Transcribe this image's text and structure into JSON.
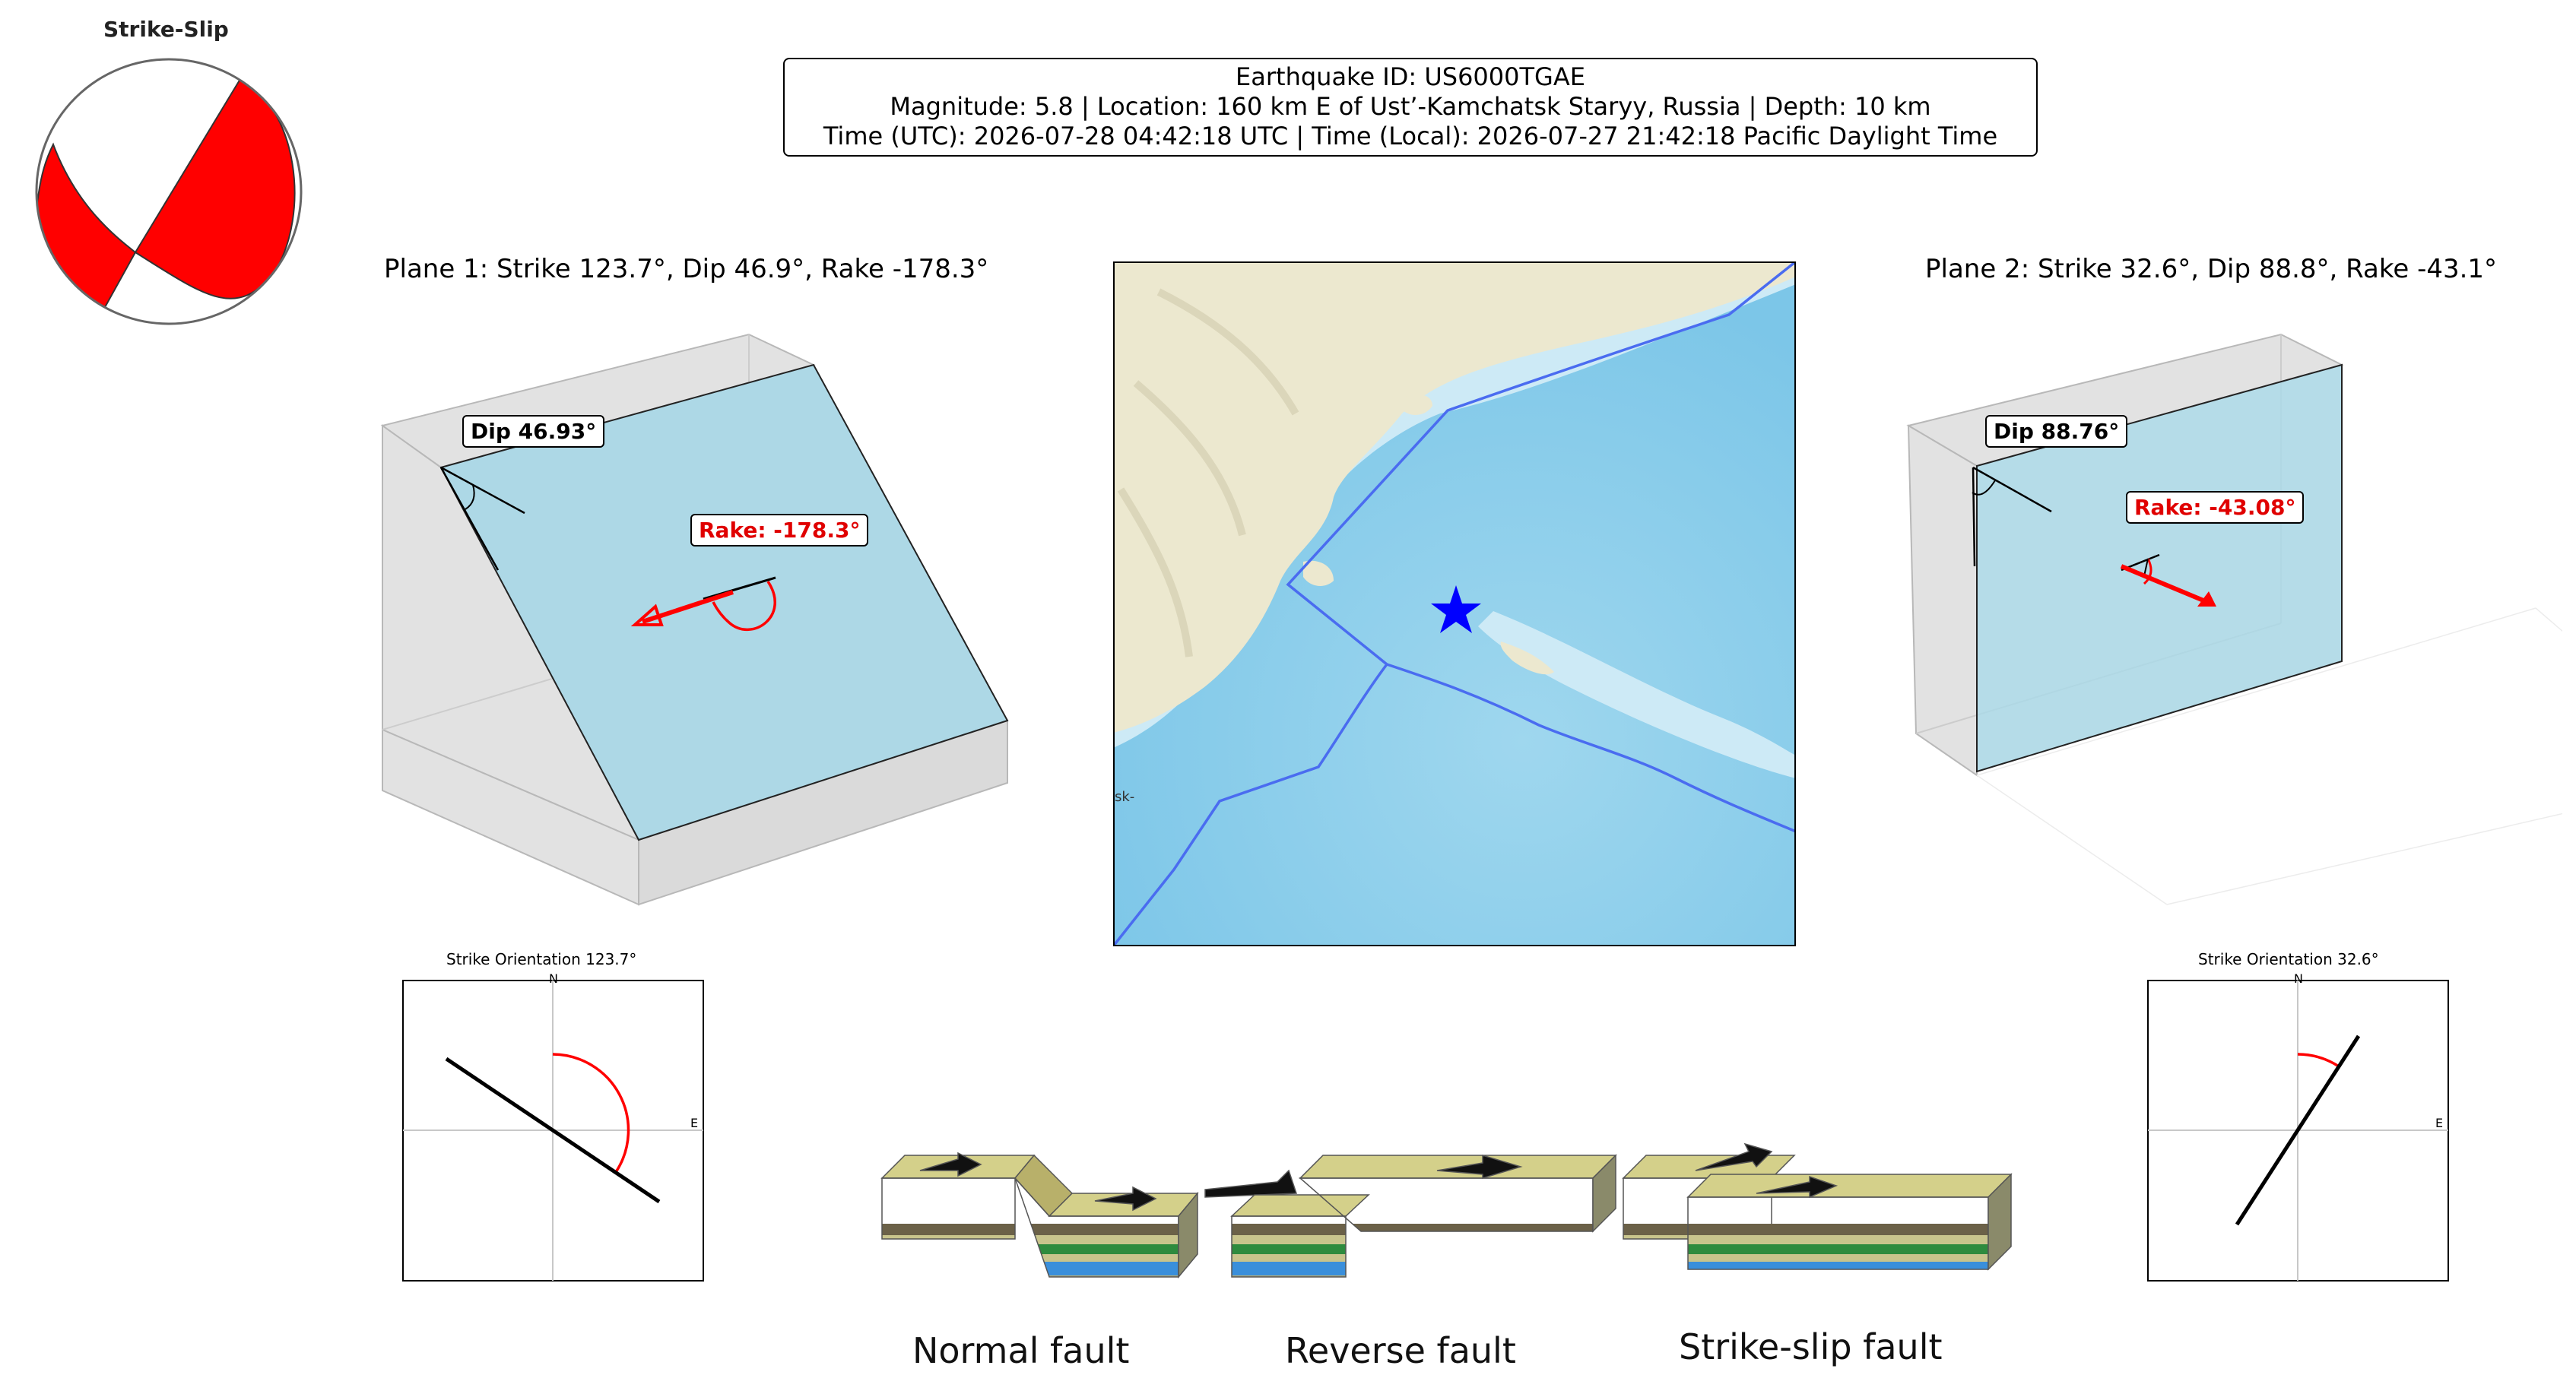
{
  "beachball": {
    "title": "Strike-Slip",
    "fill_color": "#ff0000"
  },
  "header": {
    "line1": "Earthquake ID: US6000TGAE",
    "line2": "Magnitude: 5.8 | Location: 160 km E of Ust’-Kamchatsk Staryy, Russia | Depth: 10 km",
    "line3": "Time (UTC): 2026-07-28 04:42:18 UTC | Time (Local): 2026-07-27 21:42:18 Pacific Daylight Time"
  },
  "plane1": {
    "title": "Plane 1: Strike 123.7°, Dip 46.9°, Rake -178.3°",
    "dip_label": "Dip 46.93°",
    "rake_label": "Rake: -178.3°",
    "compass_title": "Strike Orientation 123.7°",
    "strike_deg": 123.7
  },
  "plane2": {
    "title": "Plane 2: Strike 32.6°, Dip 88.8°, Rake -43.1°",
    "dip_label": "Dip 88.76°",
    "rake_label": "Rake: -43.08°",
    "compass_title": "Strike Orientation 32.6°",
    "strike_deg": 32.6
  },
  "compass": {
    "north": "N",
    "east": "E"
  },
  "map": {
    "epicenter_marker": "star-icon",
    "edge_label": "sk-",
    "colors": {
      "ocean": "#a8dcef",
      "land": "#ece8cf",
      "boundary": "#4a6cf0",
      "star": "#0000ff"
    }
  },
  "fault_types": {
    "normal": "Normal fault",
    "reverse": "Reverse fault",
    "strike_slip": "Strike-slip fault"
  },
  "colors": {
    "fault_plane": "#add8e6",
    "rake_arrow": "#ff0000",
    "box_face": "#e2e2e2"
  }
}
